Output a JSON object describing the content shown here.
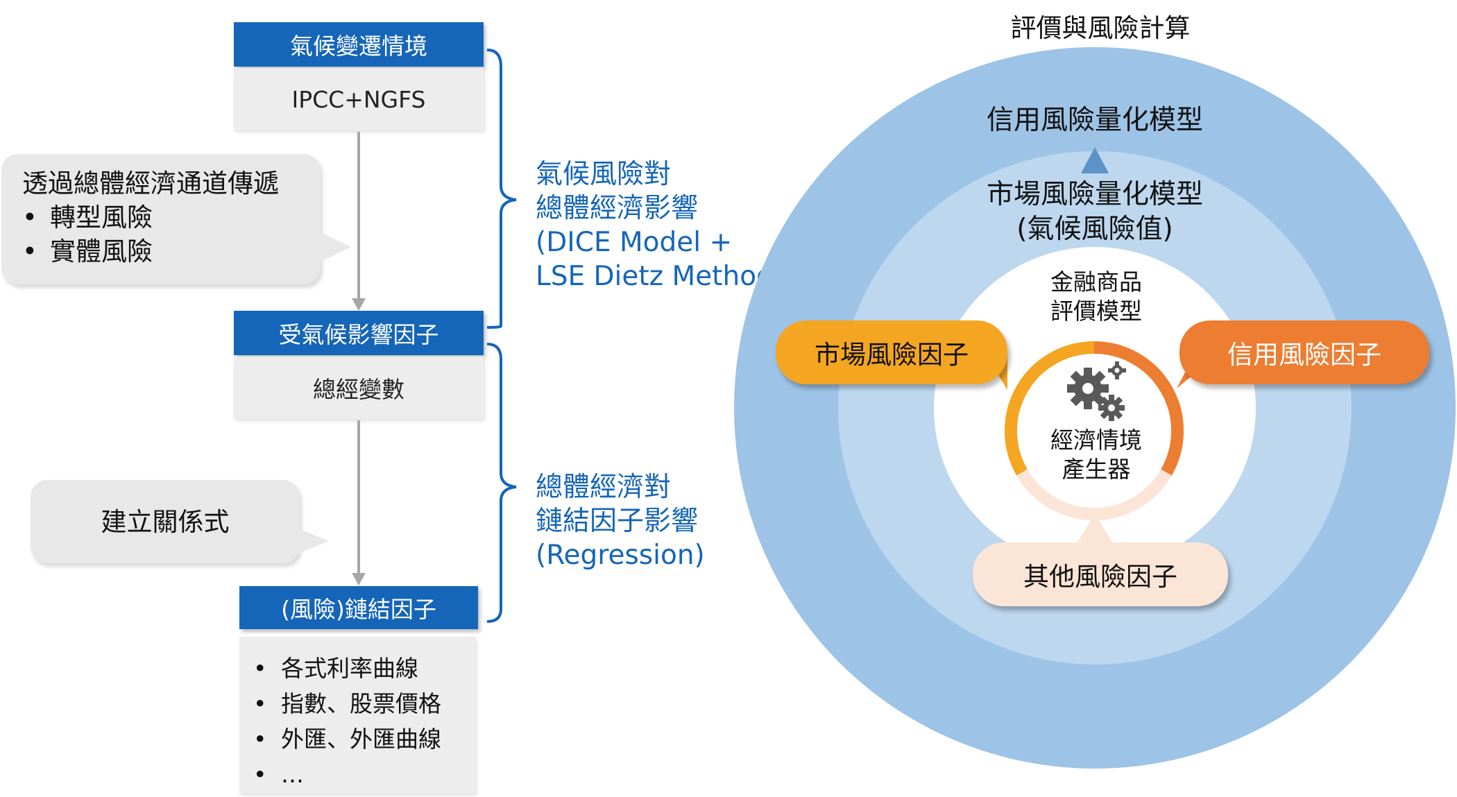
{
  "left": {
    "scenario": {
      "header": "氣候變遷情境",
      "body": "IPCC+NGFS"
    },
    "transmission_callout": {
      "title": "透過總體經濟通道傳遞",
      "items": [
        "轉型風險",
        "實體風險"
      ]
    },
    "affected": {
      "header": "受氣候影響因子",
      "body": "總經變數"
    },
    "relation_callout": {
      "text": "建立關係式"
    },
    "linked": {
      "header": "(風險)鏈結因子",
      "items": [
        "各式利率曲線",
        "指數、股票價格",
        "外匯、外匯曲線",
        "…"
      ]
    },
    "bracket1": {
      "lines": [
        "氣候風險對",
        "總體經濟影響",
        " (DICE Model +",
        "LSE Dietz Method)"
      ]
    },
    "bracket2": {
      "lines": [
        "總體經濟對",
        "鏈結因子影響",
        " (Regression)"
      ]
    }
  },
  "right": {
    "title": "評價與風險計算",
    "outer_label": "信用風險量化模型",
    "middle_label": [
      "市場風險量化模型",
      "(氣候風險值)"
    ],
    "inner_label": [
      "金融商品",
      "評價模型"
    ],
    "core_label": [
      "經濟情境",
      "產生器"
    ],
    "market_factor": "市場風險因子",
    "credit_factor": "信用風險因子",
    "other_factor": "其他風險因子",
    "icons": [
      "gears-icon"
    ]
  },
  "colors": {
    "header_blue": "#1565b8",
    "outer_ring": "#9dc3e6",
    "middle_ring": "#bdd7ee",
    "market_orange": "#f4a522",
    "credit_orange": "#ed7d31",
    "other_peach": "#fbe5d6"
  }
}
